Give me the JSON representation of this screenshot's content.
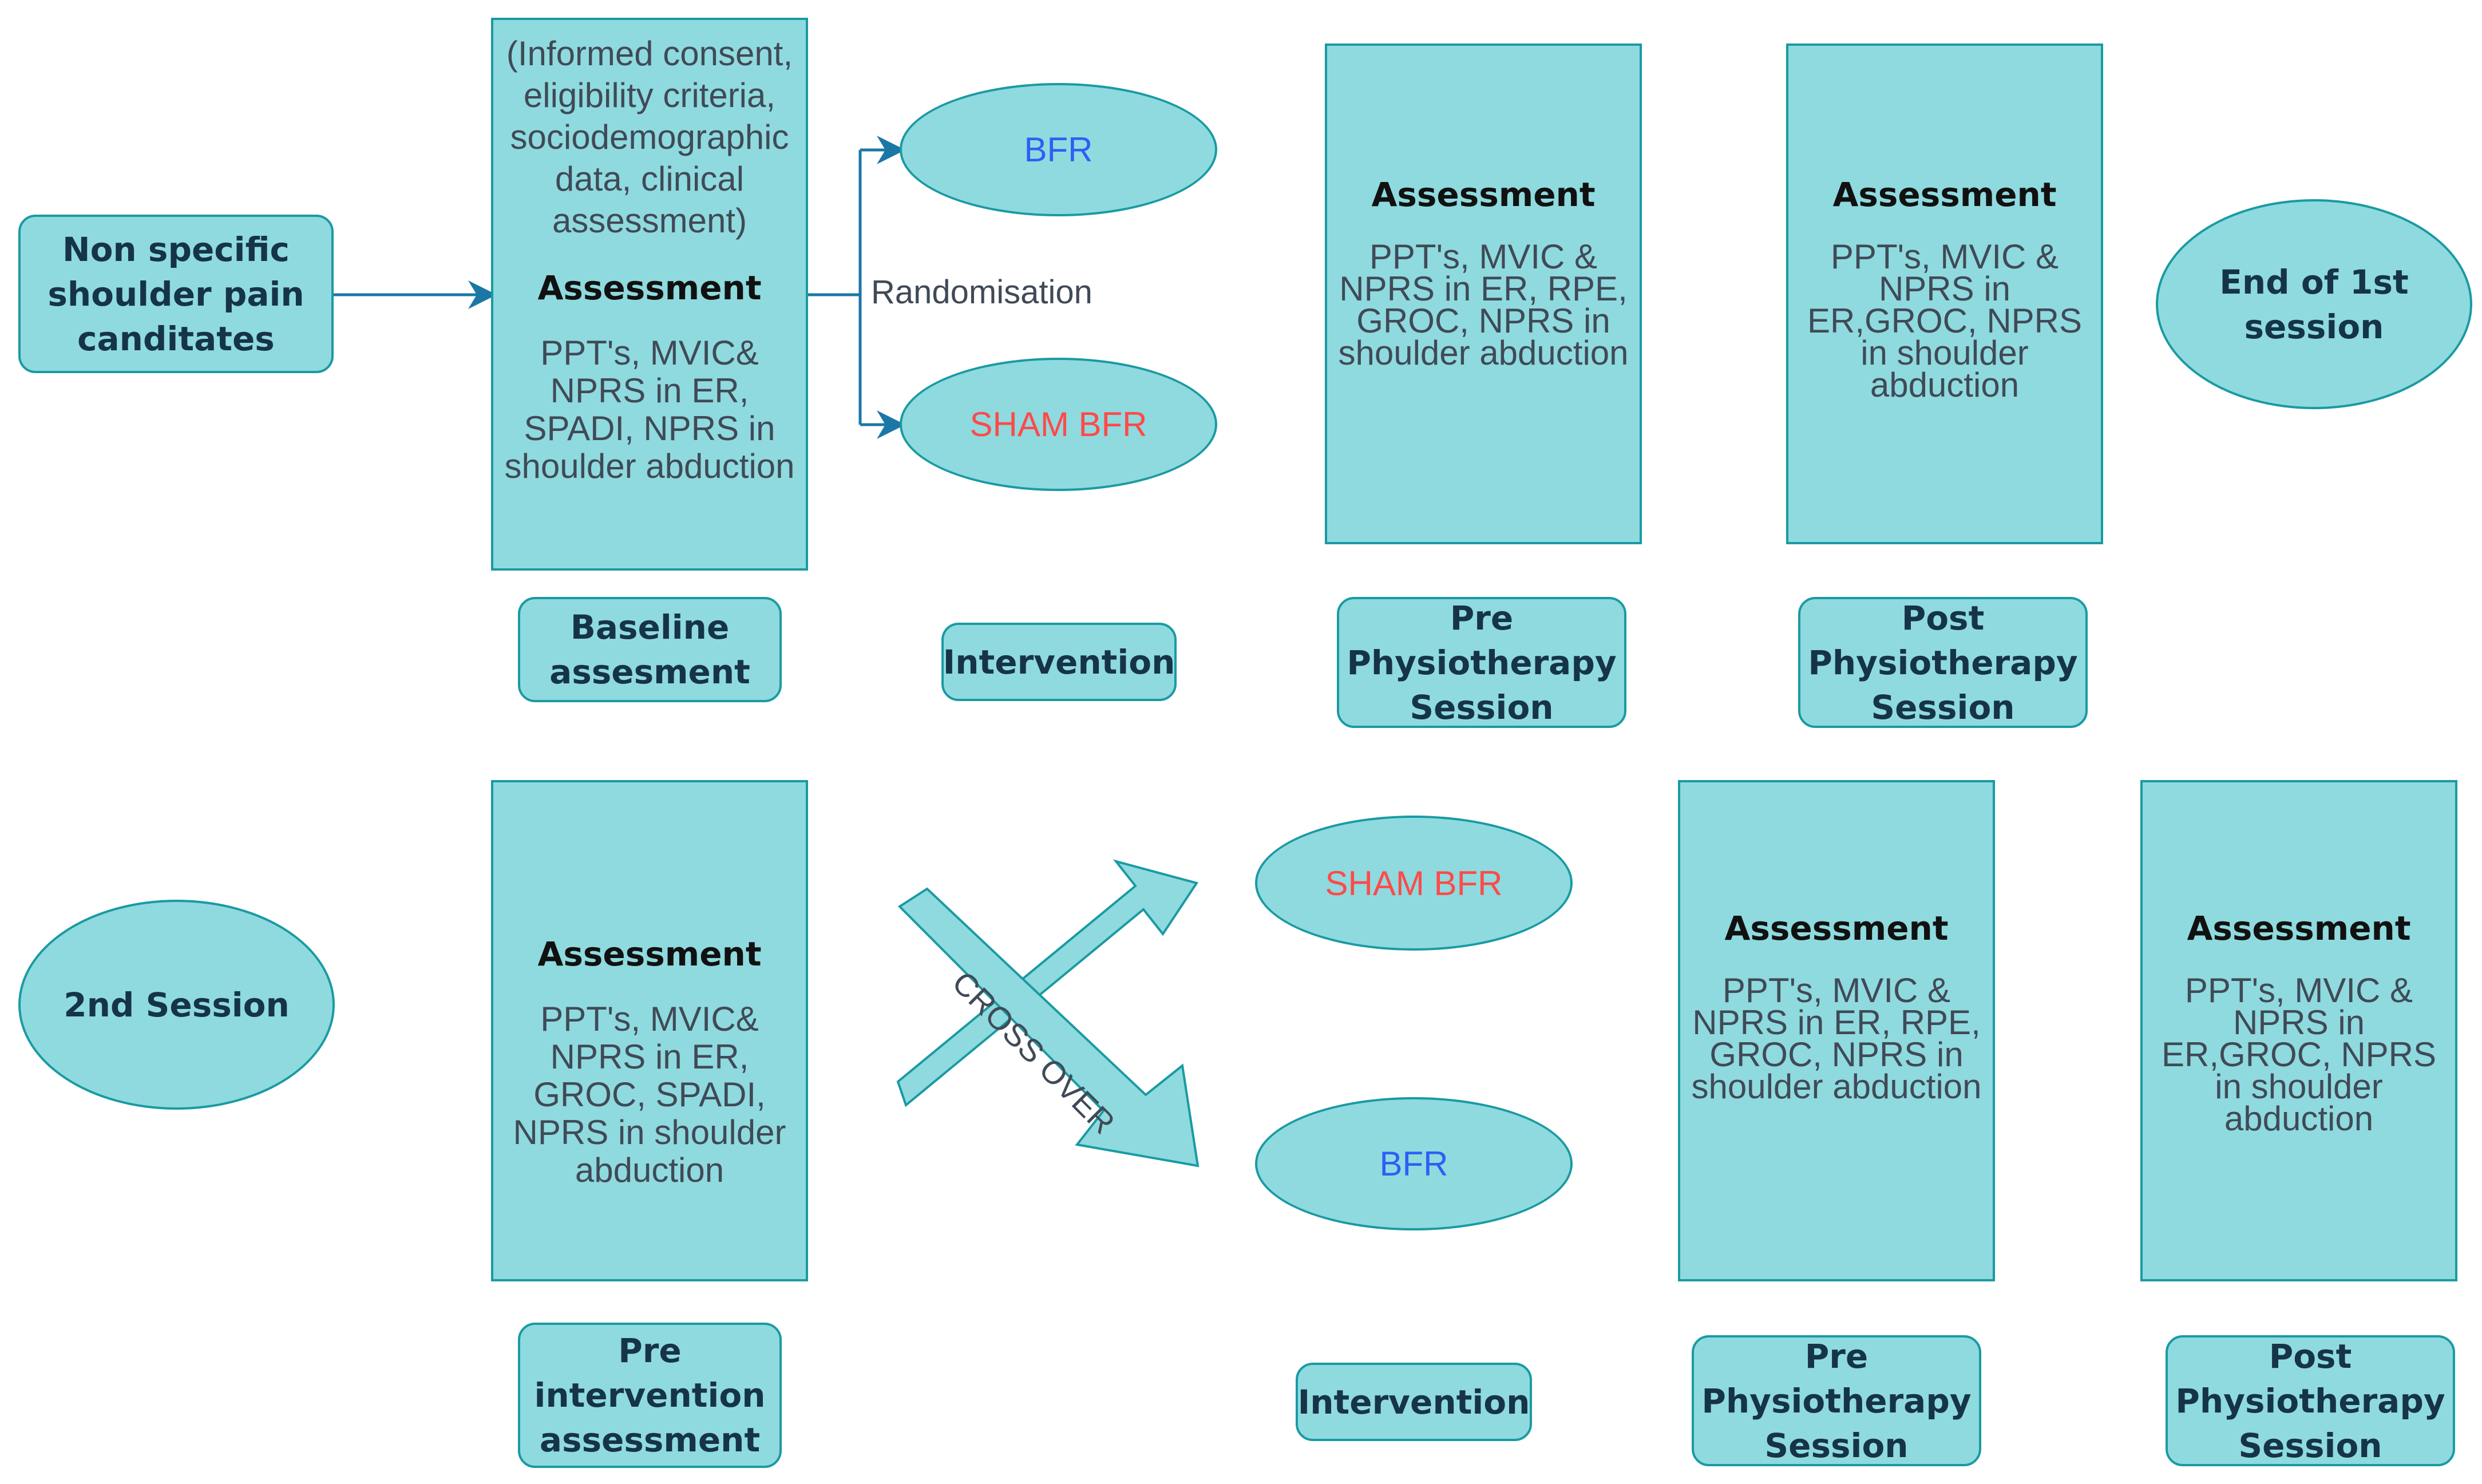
{
  "colors": {
    "box_fill": "#8fdade",
    "box_stroke": "#1a9aa3",
    "arrow": "#1b77a6",
    "text": "#404a57",
    "label_text": "#163447",
    "bfr_blue": "#2d5ff5",
    "sham_red": "#ff4a4a"
  },
  "session1": {
    "start": "Non specific shoulder pain canditates",
    "baseline_box": {
      "preamble": "(Informed consent, eligibility criteria, sociodemographic data, clinical assessment)",
      "title": "Assessment",
      "body": "PPT's, MVIC& NPRS in ER, SPADI, NPRS in shoulder abduction"
    },
    "randomisation_label": "Randomisation",
    "bfr": "BFR",
    "sham_bfr": "SHAM BFR",
    "pre_box": {
      "title": "Assessment",
      "body": "PPT's, MVIC & NPRS in ER, RPE, GROC, NPRS in shoulder abduction"
    },
    "post_box": {
      "title": "Assessment",
      "body": "PPT's, MVIC & NPRS in ER,GROC, NPRS in shoulder abduction"
    },
    "end": "End of 1st session",
    "labels": {
      "baseline": "Baseline assesment",
      "intervention": "Intervention",
      "pre": "Pre Physiotherapy Session",
      "post": "Post Physiotherapy Session"
    }
  },
  "session2": {
    "start": "2nd Session",
    "pre_intervention_box": {
      "title": "Assessment",
      "body": "PPT's, MVIC& NPRS in ER, GROC, SPADI, NPRS in shoulder abduction"
    },
    "cross_over": "CROSS OVER",
    "sham_bfr": "SHAM BFR",
    "bfr": "BFR",
    "pre_box": {
      "title": "Assessment",
      "body": "PPT's, MVIC & NPRS in ER, RPE, GROC, NPRS in shoulder abduction"
    },
    "post_box": {
      "title": "Assessment",
      "body": "PPT's, MVIC & NPRS in ER,GROC, NPRS in shoulder abduction"
    },
    "labels": {
      "pre_intervention": "Pre intervention assessment",
      "intervention": "Intervention",
      "pre": "Pre Physiotherapy Session",
      "post": "Post Physiotherapy Session"
    }
  }
}
